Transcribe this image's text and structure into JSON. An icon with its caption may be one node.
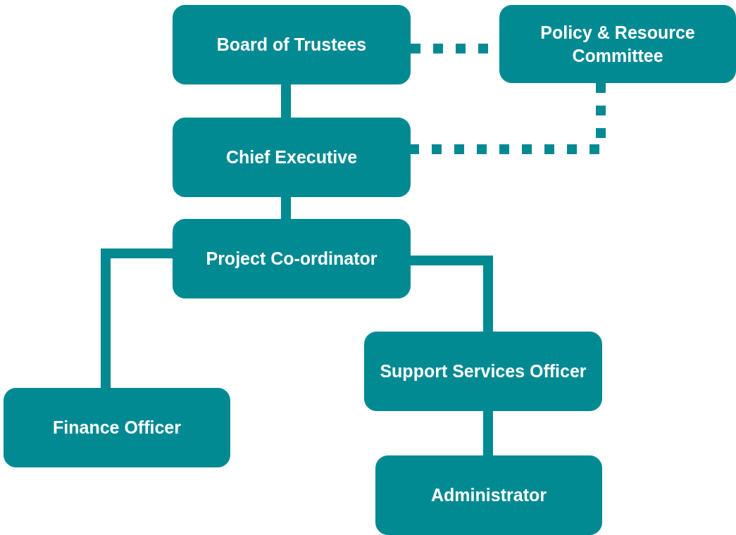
{
  "diagram": {
    "nodes": [
      {
        "text": [
          "Board of Trustees"
        ]
      },
      {
        "text": [
          "Policy & Resource Committee"
        ]
      },
      {
        "text": [
          "Chief Executive"
        ]
      },
      {
        "text": [
          "Project Co-ordinator"
        ]
      },
      {
        "text": [
          "Support Services Officer"
        ]
      },
      {
        "text": [
          "Finance Officer"
        ]
      },
      {
        "text": [
          "Administrator"
        ]
      }
    ],
    "edges": [
      {
        "from": 0,
        "to": 2,
        "arrow": "none"
      },
      {
        "from": 0,
        "to": 1,
        "arrow": "none",
        "style": "dashed"
      },
      {
        "from": 1,
        "to": 2,
        "arrow": "none",
        "style": "dashed"
      },
      {
        "from": 2,
        "to": 3,
        "arrow": "none"
      },
      {
        "from": 3,
        "to": 5,
        "arrow": "none"
      },
      {
        "from": 3,
        "to": 4,
        "arrow": "none"
      },
      {
        "from": 4,
        "to": 6,
        "arrow": "none"
      }
    ]
  }
}
